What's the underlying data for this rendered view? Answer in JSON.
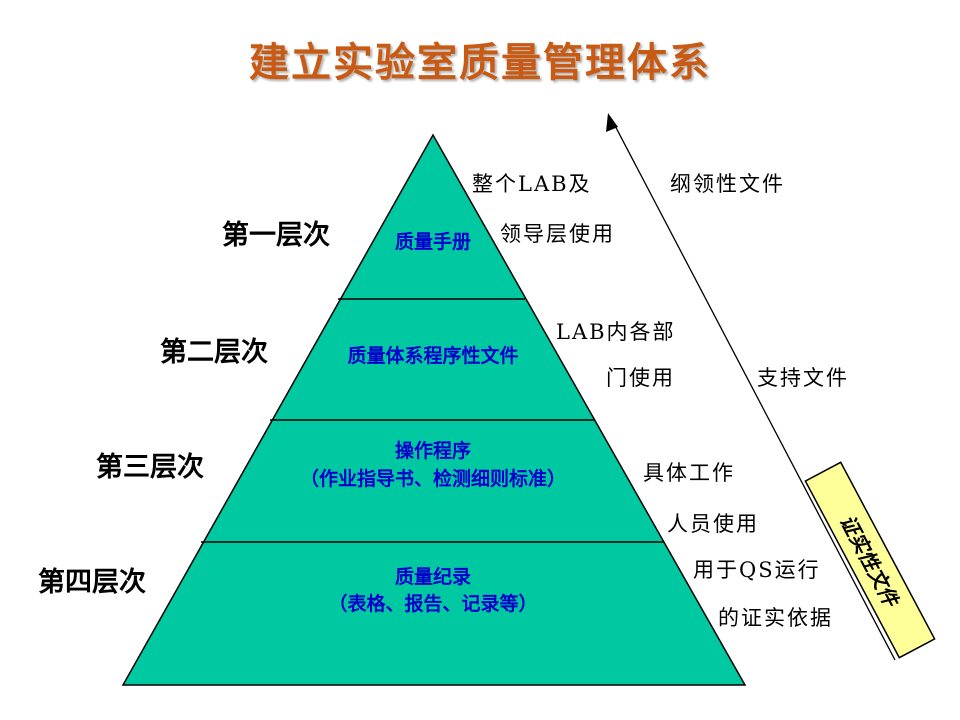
{
  "slide": {
    "title": "建立实验室质量管理体系"
  },
  "pyramid": {
    "fill": "#00C8A0",
    "tiers": [
      {
        "level_label": "第一层次",
        "name": "质量手册",
        "detail": ""
      },
      {
        "level_label": "第二层次",
        "name": "质量体系程序性文件",
        "detail": ""
      },
      {
        "level_label": "第三层次",
        "name": "操作程序",
        "detail": "（作业指导书、检测细则标准）"
      },
      {
        "level_label": "第四层次",
        "name": "质量纪录",
        "detail": "（表格、报告、记录等）"
      }
    ]
  },
  "users": [
    {
      "line1": "整个LAB及",
      "line2": "领导层使用"
    },
    {
      "line1": "LAB内各部",
      "line2": "门使用"
    },
    {
      "line1": "具体工作",
      "line2": "人员使用"
    },
    {
      "line1": "用于QS运行",
      "line2": "的证实依据"
    }
  ],
  "categories": {
    "programmatic": "纲领性文件",
    "supporting": "支持文件"
  },
  "evidence_box": {
    "label": "证实性文件",
    "fill": "#FFFF99"
  }
}
